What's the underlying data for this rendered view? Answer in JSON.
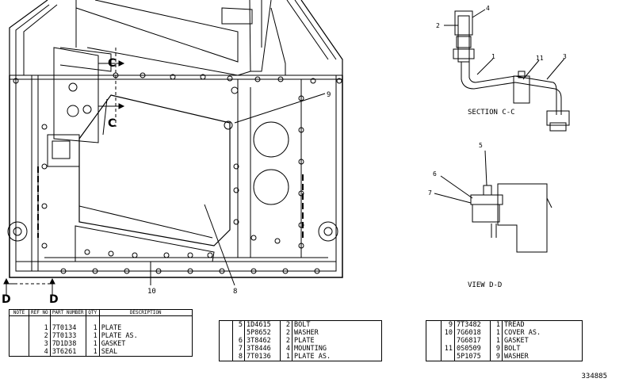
{
  "callouts": {
    "main": [
      "10",
      "8",
      "9"
    ],
    "section_cc": [
      "4",
      "2",
      "1",
      "11",
      "3"
    ],
    "view_dd": [
      "5",
      "6",
      "7"
    ]
  },
  "section_marks": {
    "c_top": "C",
    "c_bottom": "C",
    "d_left": "D",
    "d_right": "D"
  },
  "captions": {
    "section_cc": "SECTION C-C",
    "view_dd": "VIEW D-D"
  },
  "table1": {
    "headers": [
      "NOTE",
      "REF NO",
      "PART NUMBER",
      "QTY",
      "DESCRIPTION"
    ],
    "rows": [
      {
        "note": "",
        "ref": "1",
        "part": "7T0134",
        "qty": "1",
        "desc": "PLATE"
      },
      {
        "note": "",
        "ref": "2",
        "part": "7T0133",
        "qty": "1",
        "desc": "PLATE AS."
      },
      {
        "note": "",
        "ref": "3",
        "part": "7D1D38",
        "qty": "1",
        "desc": "GASKET"
      },
      {
        "note": "",
        "ref": "4",
        "part": "3T6261",
        "qty": "1",
        "desc": "SEAL"
      }
    ]
  },
  "table2": {
    "rows": [
      {
        "ref": "5",
        "part": "1D4615",
        "qty": "2",
        "desc": "BOLT"
      },
      {
        "ref": "",
        "part": "5P8652",
        "qty": "2",
        "desc": "WASHER"
      },
      {
        "ref": "6",
        "part": "3T8462",
        "qty": "2",
        "desc": "PLATE"
      },
      {
        "ref": "7",
        "part": "3T8446",
        "qty": "4",
        "desc": "MOUNTING"
      },
      {
        "ref": "8",
        "part": "7T0136",
        "qty": "1",
        "desc": "PLATE AS."
      }
    ]
  },
  "table3": {
    "rows": [
      {
        "ref": "9",
        "part": "7T3482",
        "qty": "1",
        "desc": "TREAD"
      },
      {
        "ref": "10",
        "part": "7G6018",
        "qty": "1",
        "desc": "COVER AS."
      },
      {
        "ref": "",
        "part": "7G6817",
        "qty": "1",
        "desc": "GASKET"
      },
      {
        "ref": "11",
        "part": "0S0509",
        "qty": "9",
        "desc": "BOLT"
      },
      {
        "ref": "",
        "part": "5P1075",
        "qty": "9",
        "desc": "WASHER"
      }
    ]
  },
  "illustration_number": "334885"
}
